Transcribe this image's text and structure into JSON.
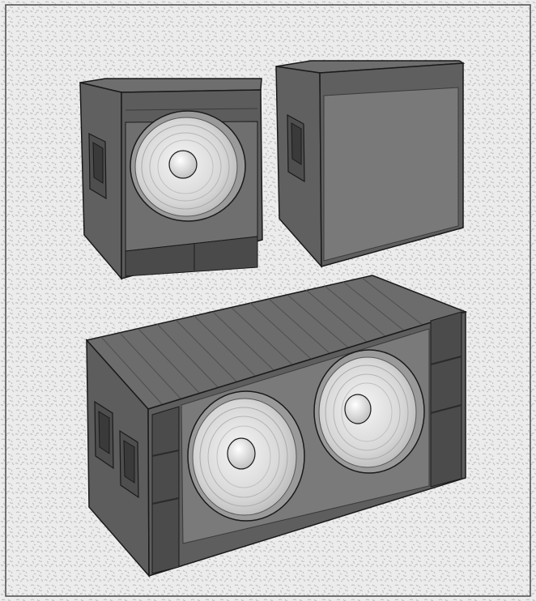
{
  "figure": {
    "colors": {
      "background_speckle": "#c9c9c9",
      "background_base": "#ebebeb",
      "frame": "#444444",
      "cabinet_dark": "#5b5b5b",
      "cabinet_mid": "#6c6c6c",
      "cabinet_light": "#858585",
      "grille": "#7a7a7a",
      "cone": "#cfcfcf",
      "cone_highlight": "#f2f2f2",
      "outline": "#1a1a1a"
    },
    "objects": [
      {
        "kind": "subwoofer-cabinet-open",
        "drivers": 1
      },
      {
        "kind": "subwoofer-cabinet-with-grille",
        "drivers": 0
      },
      {
        "kind": "dual-subwoofer-cabinet",
        "drivers": 2
      }
    ]
  }
}
